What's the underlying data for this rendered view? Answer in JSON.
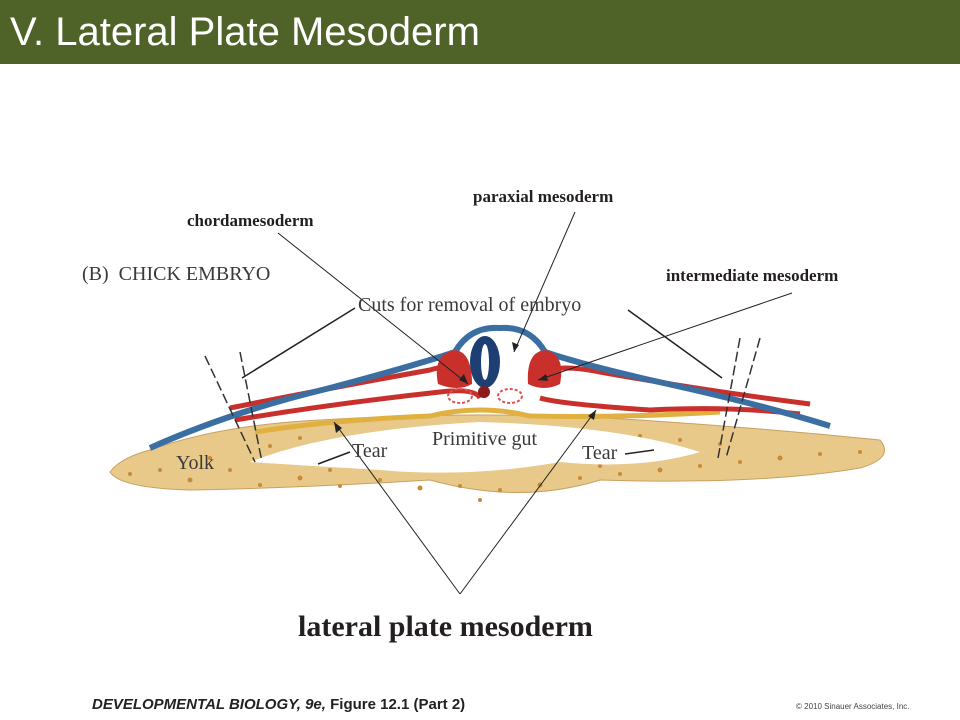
{
  "slide": {
    "title": "V. Lateral Plate Mesoderm"
  },
  "labels": {
    "paraxial": "paraxial mesoderm",
    "chorda": "chordamesoderm",
    "intermediate": "intermediate mesoderm",
    "lateral": "lateral plate mesoderm"
  },
  "figure": {
    "panel": "(B)  CHICK EMBRYO",
    "cuts": "Cuts for removal of embryo",
    "primitive_gut": "Primitive gut",
    "tear_left": "Tear",
    "tear_right": "Tear",
    "yolk": "Yolk"
  },
  "footer": {
    "book": "DEVELOPMENTAL BIOLOGY, 9e,",
    "figure_ref": "Figure 12.1 (Part 2)",
    "copyright": "© 2010 Sinauer Associates, Inc."
  },
  "colors": {
    "header": "#4f6228",
    "ectoderm": "#3b6fa2",
    "mesoderm": "#c9302c",
    "endoderm": "#e0b040",
    "yolk": "#e8c98a",
    "neural_tube": "#1e3f73"
  }
}
